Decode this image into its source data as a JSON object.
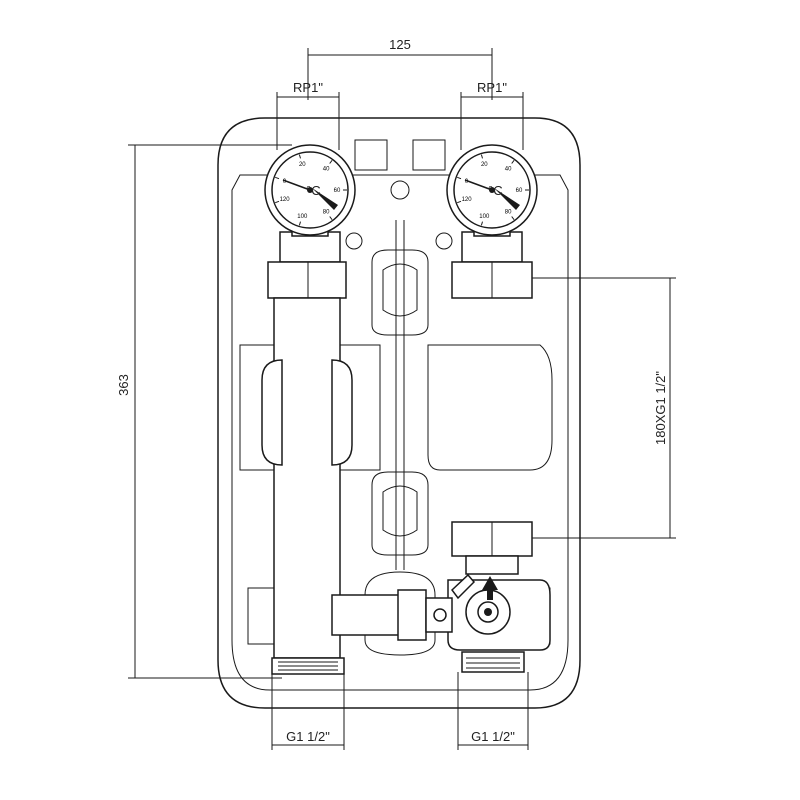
{
  "dimensions": {
    "center_spacing": "125",
    "inlet_thread_left": "RP1\"",
    "inlet_thread_right": "RP1\"",
    "overall_height": "363",
    "pump_spec": "180XG1 1/2\"",
    "outlet_thread_left": "G1 1/2\"",
    "outlet_thread_right": "G1 1/2\""
  },
  "gauges": {
    "scale_labels": [
      "0",
      "20",
      "40",
      "60",
      "80",
      "100",
      "120"
    ],
    "unit": "°C"
  },
  "colors": {
    "line": "#1a1a1a",
    "background": "#ffffff"
  }
}
